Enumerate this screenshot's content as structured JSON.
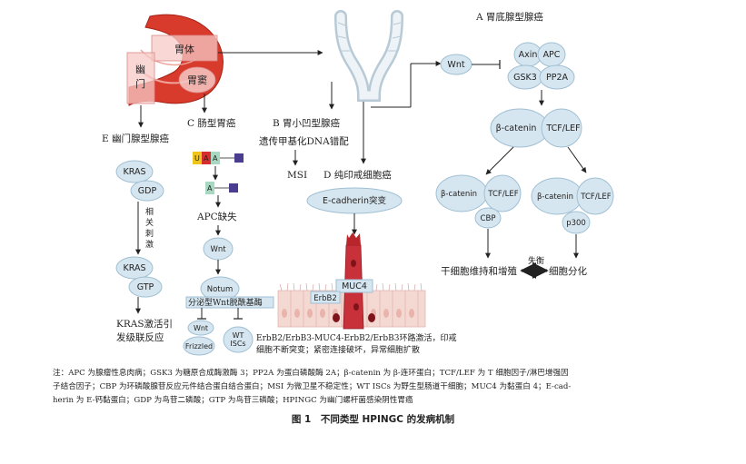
{
  "stomach": {
    "body": "胃体",
    "antrum": "胃窦",
    "pylorus": "幽门"
  },
  "sections": {
    "A": "A 胃底腺型腺癌",
    "B": "B 胃小凹型腺癌",
    "C": "C 肠型胃癌",
    "D": "D 纯印戒细胞癌",
    "E": "E 幽门腺型腺癌"
  },
  "pathwayA": {
    "wnt": "Wnt",
    "axin": "Axin",
    "apc": "APC",
    "gsk3": "GSK3",
    "pp2a": "PP2A",
    "beta_catenin": "β-catenin",
    "tcf_lef": "TCF/LEF",
    "cbp": "CBP",
    "p300": "p300",
    "stem_maintain": "干细胞维持和增殖",
    "imbalance": "失衡",
    "differentiation": "细胞分化"
  },
  "pathwayB": {
    "methylation": "遗传甲基化DNA错配",
    "msi": "MSI"
  },
  "pathwayC": {
    "seq1": [
      "U",
      "A",
      "A"
    ],
    "seq2": [
      "A"
    ],
    "apc_loss": "APC缺失",
    "wnt": "Wnt",
    "notum": "Notum",
    "secreted": "分泌型Wnt脱酰基酶",
    "wnt2": "Wnt",
    "frizzled": "Frizzled",
    "wt_iscs": "WT\nISCs"
  },
  "pathwayD": {
    "ecadherin": "E-cadherin突变",
    "muc4": "MUC4",
    "erbb2": "ErbB2",
    "loop": "ErbB2/ErbB3-MUC4-ErbB2/ErbB3环路激活，印戒",
    "loop2": "细胞不断突变；紧密连接破坏，异常细胞扩散"
  },
  "pathwayE": {
    "kras1": "KRAS",
    "gdp": "GDP",
    "stimulus": "相关刺激",
    "kras2": "KRAS",
    "gtp": "GTP",
    "result": "KRAS激活引",
    "result2": "发级联反应"
  },
  "note_text": "注：APC 为腺瘤性息肉病；GSK3 为糖原合成酶激酶 3；PP2A 为蛋白磷酸酶 2A；β-catenin 为 β-连环蛋白；TCF/LEF 为 T 细胞因子/淋巴增强因\n子结合因子；CBP 为环磷酸腺苷反应元件结合蛋白结合蛋白；MSI 为微卫星不稳定性；WT ISCs 为野生型肠道干细胞；MUC4 为黏蛋白 4；E-cad-\nherin 为 E-钙黏蛋白；GDP 为鸟苷二磷酸；GTP 为鸟苷三磷酸；HPINGC 为幽门螺杆菌感染阴性胃癌",
  "caption": "图 1　不同类型 HPINGC 的发病机制",
  "colors": {
    "node_fill": "#d6e6f0",
    "node_stroke": "#9fbfd3",
    "stomach": "#d83a2c",
    "pink_box": "#f6c9c5",
    "cell": "#b8262c",
    "tissue": "#f4d8d2"
  }
}
